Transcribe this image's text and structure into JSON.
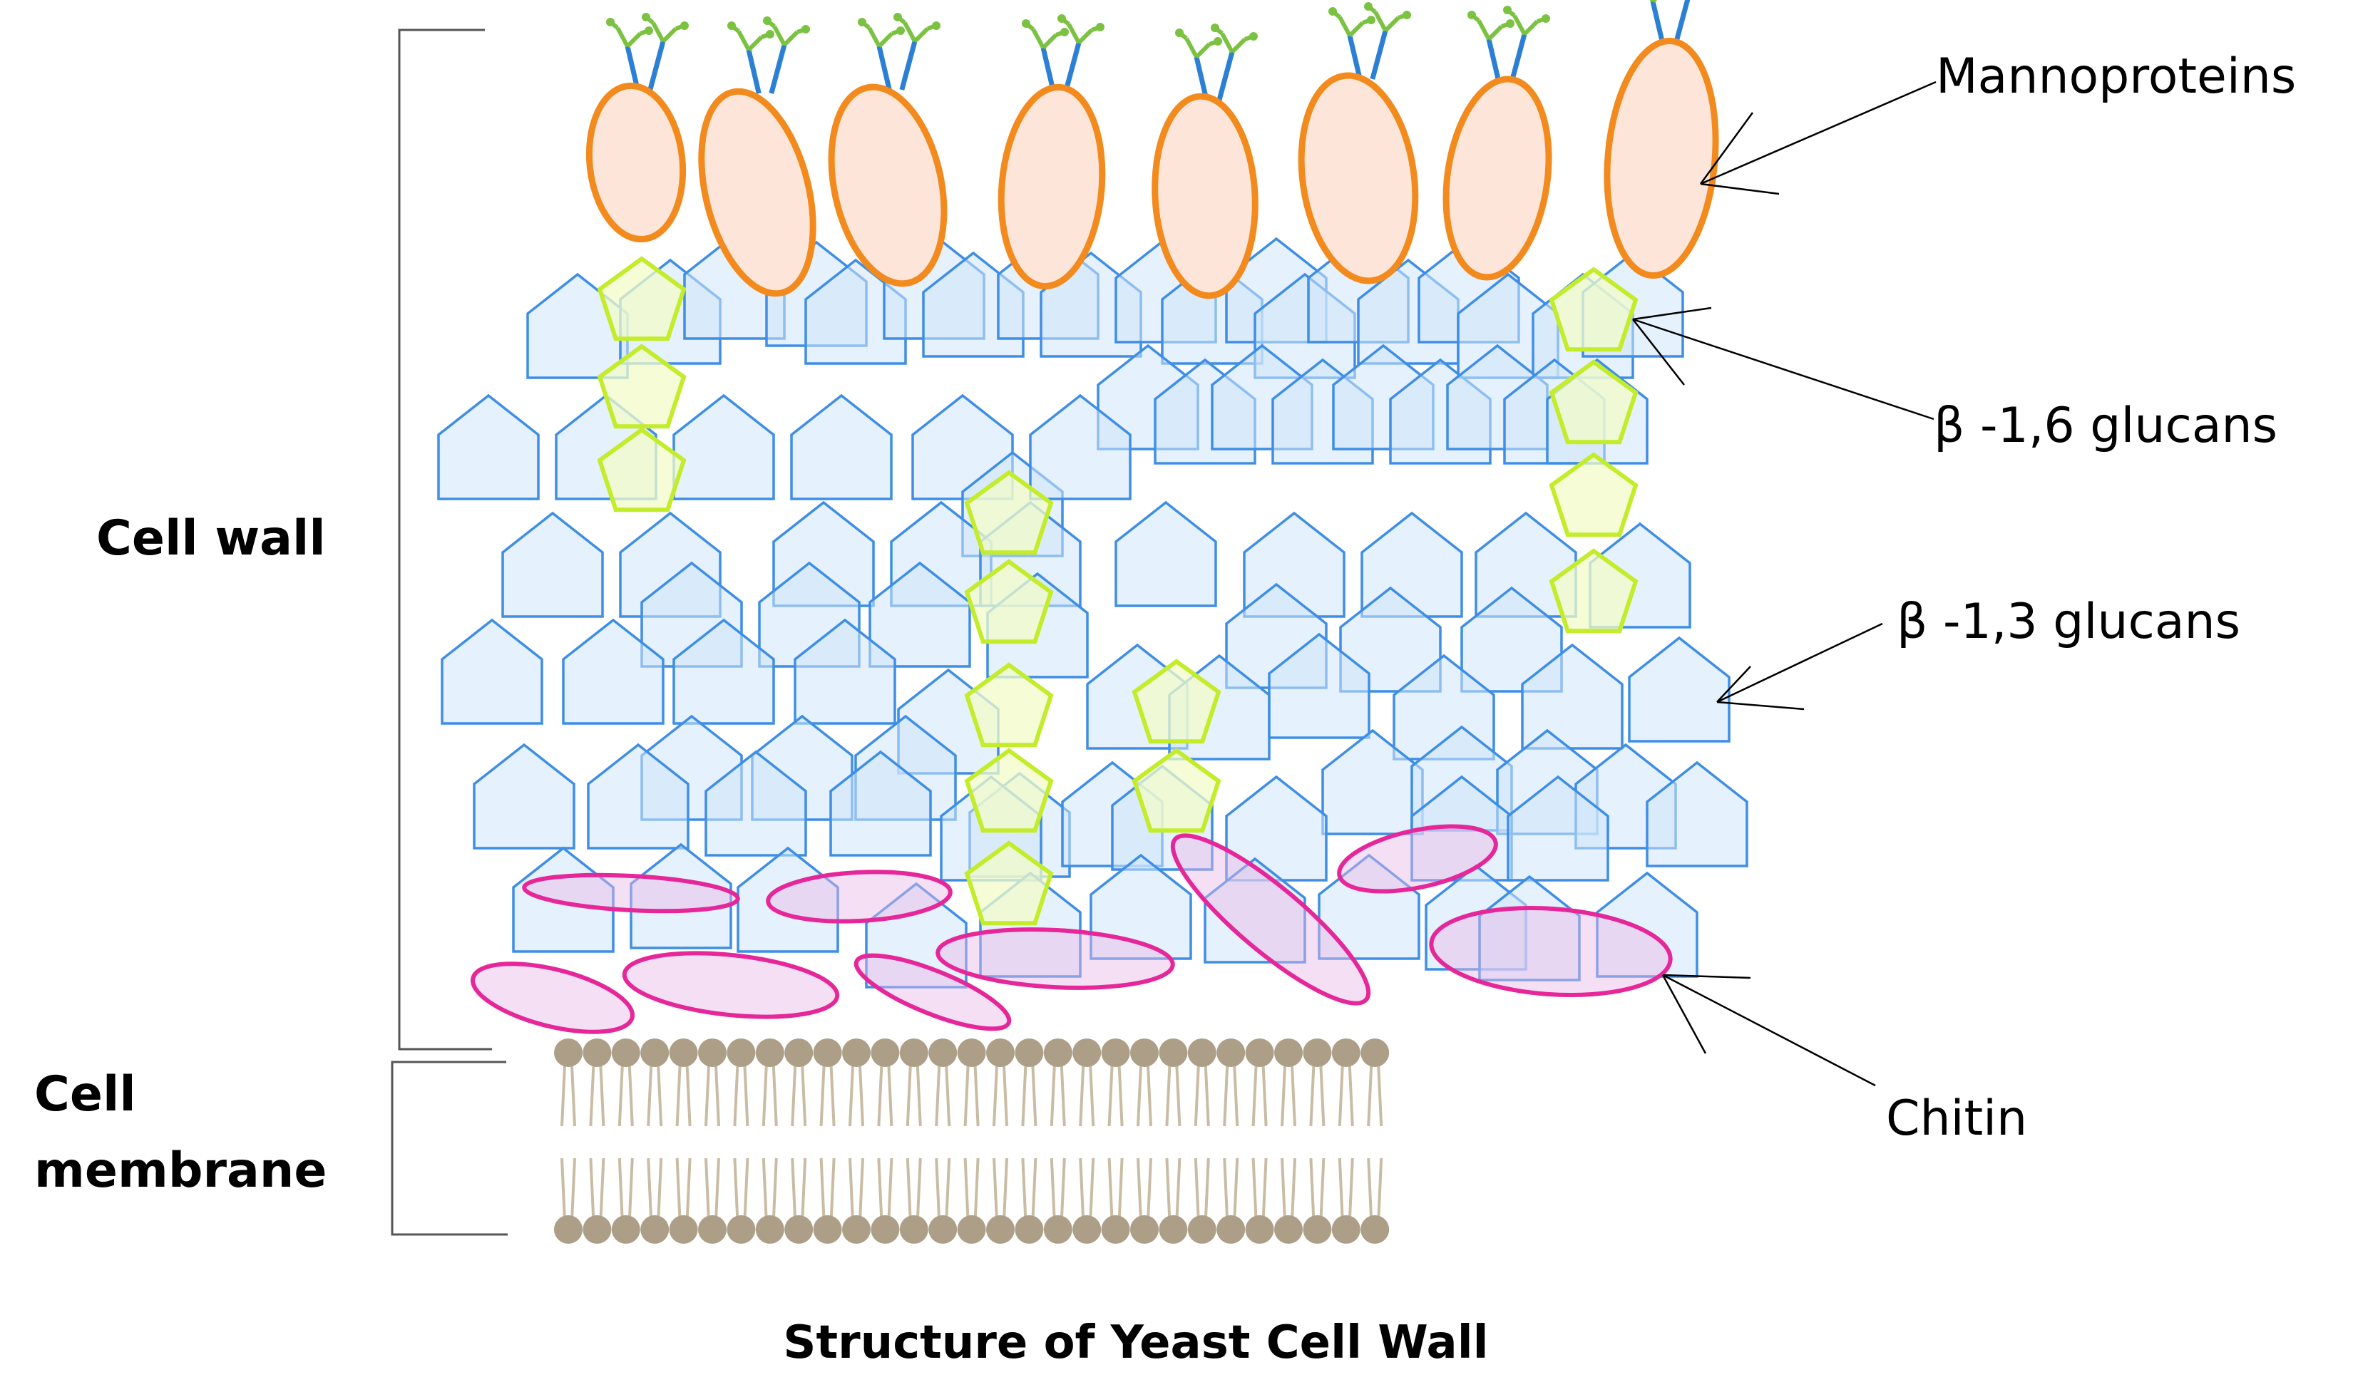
{
  "title": "Structure of Yeast Cell Wall",
  "labels": {
    "mannoproteins": "Mannoproteins",
    "beta16": "β -1,6 glucans",
    "beta13": "β -1,3 glucans",
    "chitin": "Chitin",
    "cell_wall": "Cell wall",
    "cell_membrane_line1": "Cell",
    "cell_membrane_line2": "membrane"
  },
  "colors": {
    "mannoprotein_outline": "#f28a1e",
    "mannoprotein_fill": "#fde6d9",
    "beta16_outline": "#c3ec2a",
    "beta13_outline": "#3f8ee6",
    "beta13_fill": "#cfe6fa",
    "chitin_outline": "#e5279a",
    "chitin_fill": "#e9b8e6",
    "lipid_head": "#ad9f87"
  }
}
